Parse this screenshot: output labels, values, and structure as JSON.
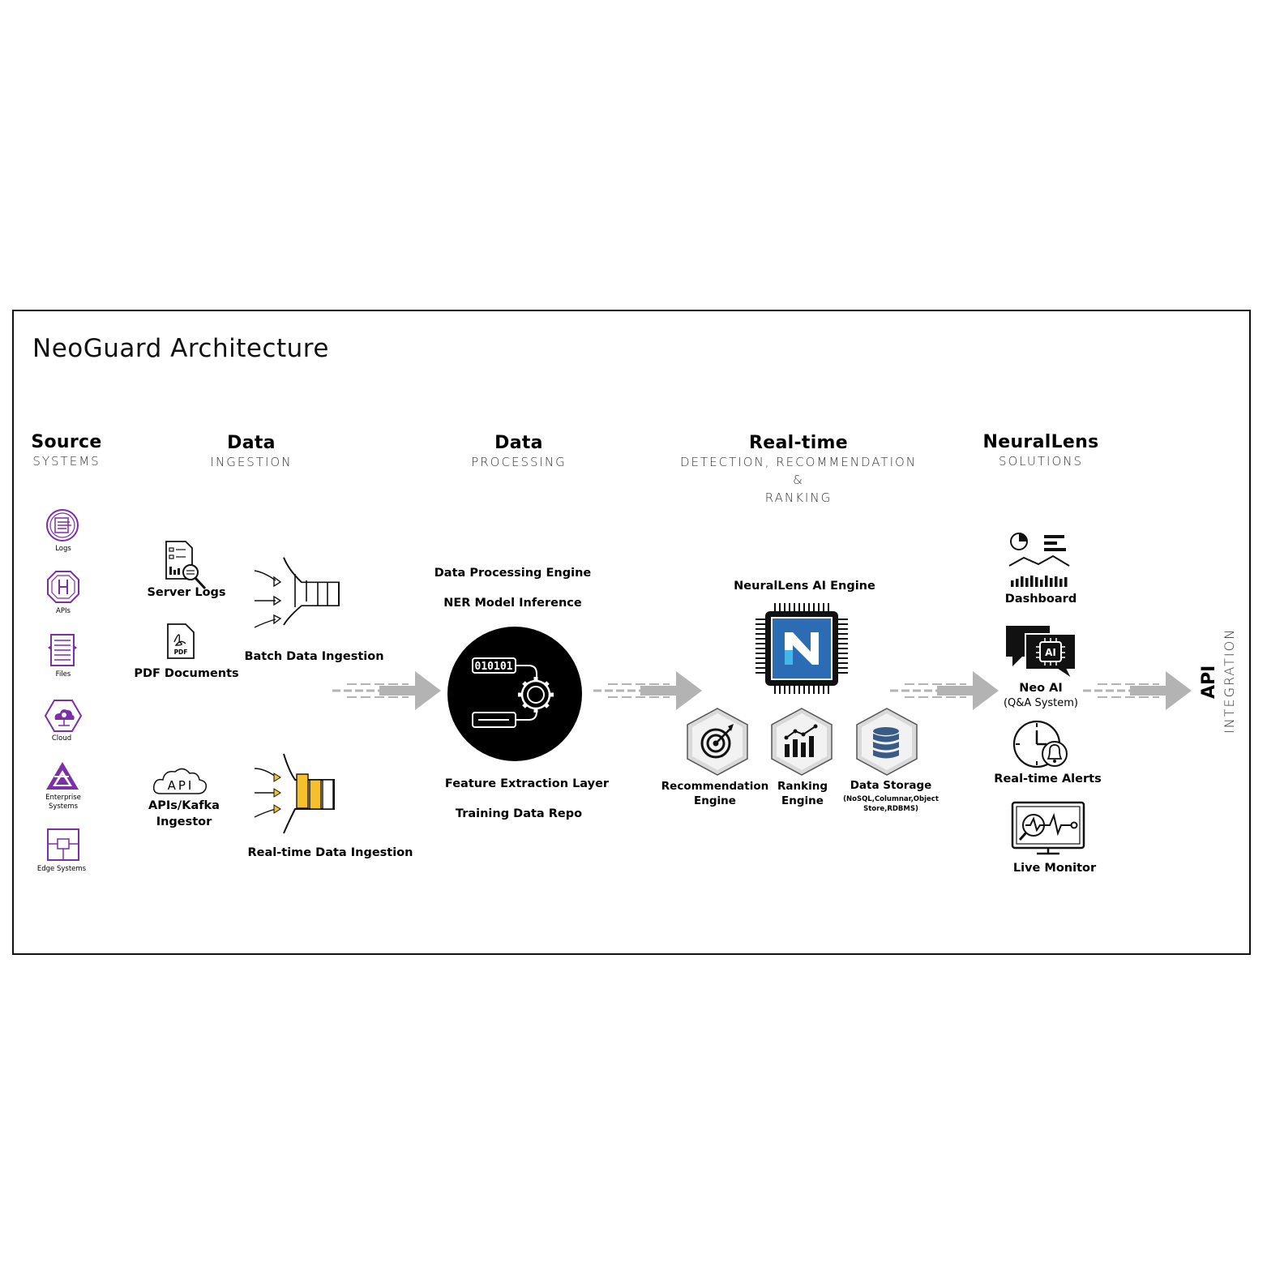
{
  "title": "NeoGuard Architecture",
  "columns": {
    "source": {
      "h1": "Source",
      "h2": "SYSTEMS"
    },
    "ingestion": {
      "h1": "Data",
      "h2": "INGESTION"
    },
    "processing": {
      "h1": "Data",
      "h2": "PROCESSING"
    },
    "realtime": {
      "h1": "Real-time",
      "h2a": "DETECTION, RECOMMENDATION &",
      "h2b": "RANKING"
    },
    "solutions": {
      "h1": "NeuralLens",
      "h2": "SOLUTIONS"
    }
  },
  "sources": [
    "Logs",
    "APIs",
    "Files",
    "Cloud",
    "Enterprise Systems",
    "Edge Systems"
  ],
  "ingestion": {
    "server_logs": "Server Logs",
    "pdf_documents": "PDF Documents",
    "pdf_icon_text": "PDF",
    "batch": "Batch Data Ingestion",
    "api_icon_text": "API",
    "apis_kafka_1": "APIs/Kafka",
    "apis_kafka_2": "Ingestor",
    "realtime": "Real-time Data Ingestion"
  },
  "processing": {
    "engine": "Data Processing Engine",
    "ner": "NER Model  Inference",
    "binary": "010101",
    "feature": "Feature Extraction Layer",
    "training": "Training Data  Repo"
  },
  "ai_engine": {
    "label": "NeuralLens AI Engine",
    "recommendation_1": "Recommendation",
    "recommendation_2": "Engine",
    "ranking_1": "Ranking",
    "ranking_2": "Engine",
    "storage": "Data Storage",
    "storage_sub_1": "(NoSQL,Columnar,Object",
    "storage_sub_2": "Store,RDBMS)"
  },
  "solutions": {
    "dashboard": "Dashboard",
    "neo_ai": "Neo AI",
    "neo_ai_sub": "(Q&A System)",
    "ai_chip_text": "AI",
    "alerts": "Real-time Alerts",
    "monitor": "Live Monitor"
  },
  "api": {
    "h1": "API",
    "h2": "INTEGRATION"
  },
  "colors": {
    "purple": "#7b2fa8",
    "yellow": "#f5c02c",
    "blue": "#2b6cb5",
    "arrow": "#b3b3b3"
  }
}
